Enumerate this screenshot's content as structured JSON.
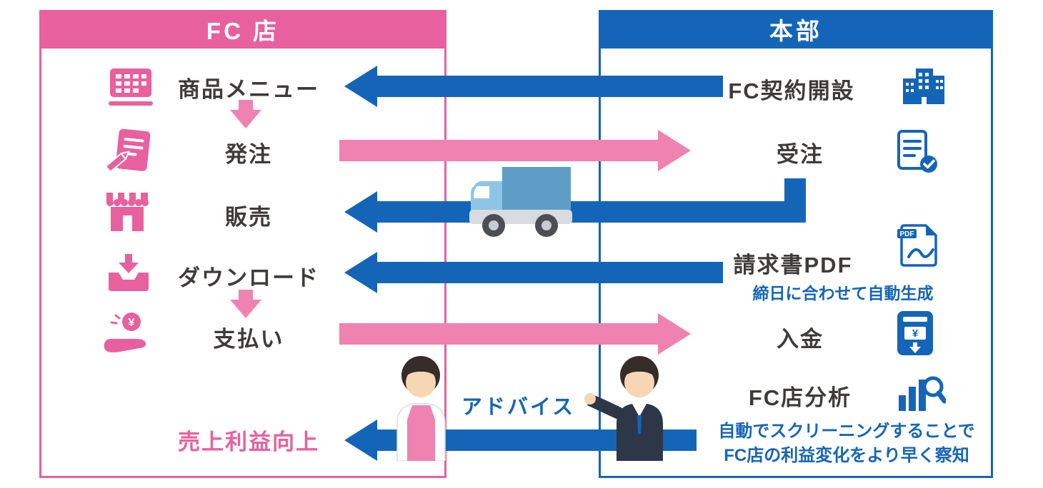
{
  "colors": {
    "pink": "#e8609e",
    "pink_arrow": "#ef82b1",
    "blue": "#1465b8",
    "text": "#3f3b3a",
    "skin": "#f7d6b3",
    "hair": "#362c29",
    "suit": "#2d3748",
    "truck_cargo": "#5e9ec6",
    "truck_cab": "#8ec5e6",
    "truck_chassis": "#d8dbdf",
    "wheel": "#4a4f55",
    "wheel_hub": "#c8cbd0"
  },
  "fc_store": {
    "title": "FC 店",
    "steps": [
      "商品メニュー",
      "発注",
      "販売",
      "ダウンロード",
      "支払い"
    ],
    "outcome": "売上利益向上"
  },
  "hq": {
    "title": "本部",
    "steps": [
      "FC契約開設",
      "受注",
      "請求書PDF",
      "入金",
      "FC店分析"
    ],
    "pdf_note": "締日に合わせて自動生成",
    "analysis_note_1": "自動でスクリーニングすることで",
    "analysis_note_2": "FC店の利益変化をより早く察知"
  },
  "advice_label": "アドバイス",
  "symbols": {
    "yen": "¥",
    "pdf": "PDF"
  }
}
